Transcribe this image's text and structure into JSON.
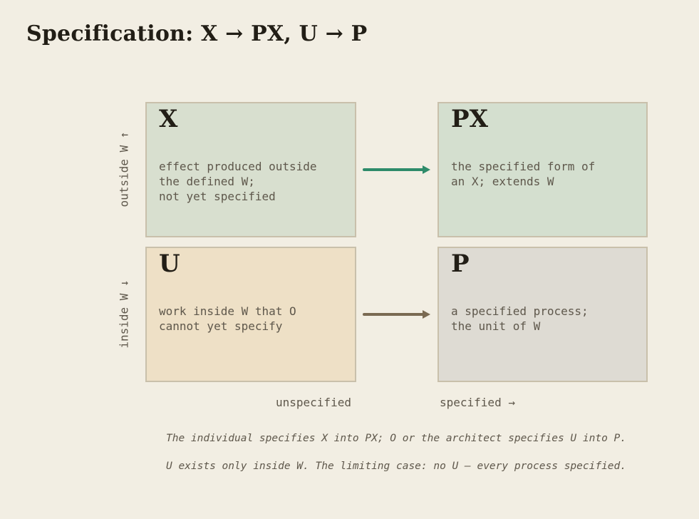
{
  "title": "Specification: X → PX, U → P",
  "boxes": {
    "x": {
      "letter": "X",
      "desc": "effect produced outside\nthe defined W;\nnot yet specified",
      "fill": "#d8dfcf"
    },
    "px": {
      "letter": "PX",
      "desc": "the specified form of\nan X; extends W",
      "fill": "#d4dfcf"
    },
    "u": {
      "letter": "U",
      "desc": "work inside W that O\ncannot yet specify",
      "fill": "#eee0c6"
    },
    "p": {
      "letter": "P",
      "desc": "a specified process;\nthe unit of W",
      "fill": "#dedbd3"
    }
  },
  "axes": {
    "outside": "outside W ↑",
    "inside": "inside W ↓",
    "unspecified": "unspecified",
    "specified": "specified →"
  },
  "arrows": {
    "top_color": "#2e8b6a",
    "bottom_color": "#7a6a52"
  },
  "footer": {
    "line1": "The individual specifies X into PX; O or the architect specifies U into P.",
    "line2": "U exists only inside W. The limiting case: no U — every process specified."
  }
}
